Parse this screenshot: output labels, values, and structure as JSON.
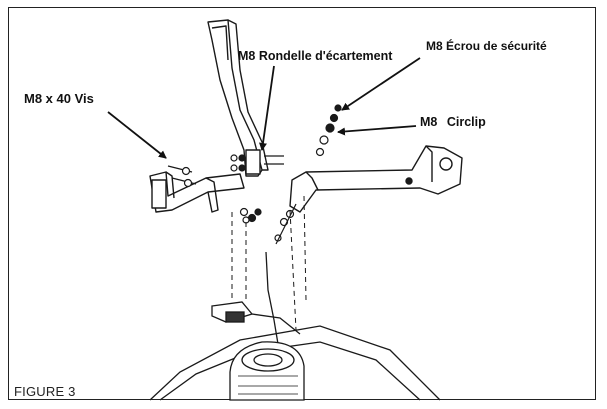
{
  "figure": {
    "label": "FIGURE 3"
  },
  "callouts": {
    "bolt": {
      "size": "M8 x 40",
      "part": "Vis"
    },
    "spacer": {
      "size": "M8",
      "part": "Rondelle d'écartement"
    },
    "lock_nut": {
      "size": "M8",
      "part": "Écrou de sécurité"
    },
    "circlip": {
      "size": "M8",
      "part": "Circlip"
    }
  },
  "colors": {
    "ink": "#1a1a1a",
    "paper": "#ffffff"
  }
}
